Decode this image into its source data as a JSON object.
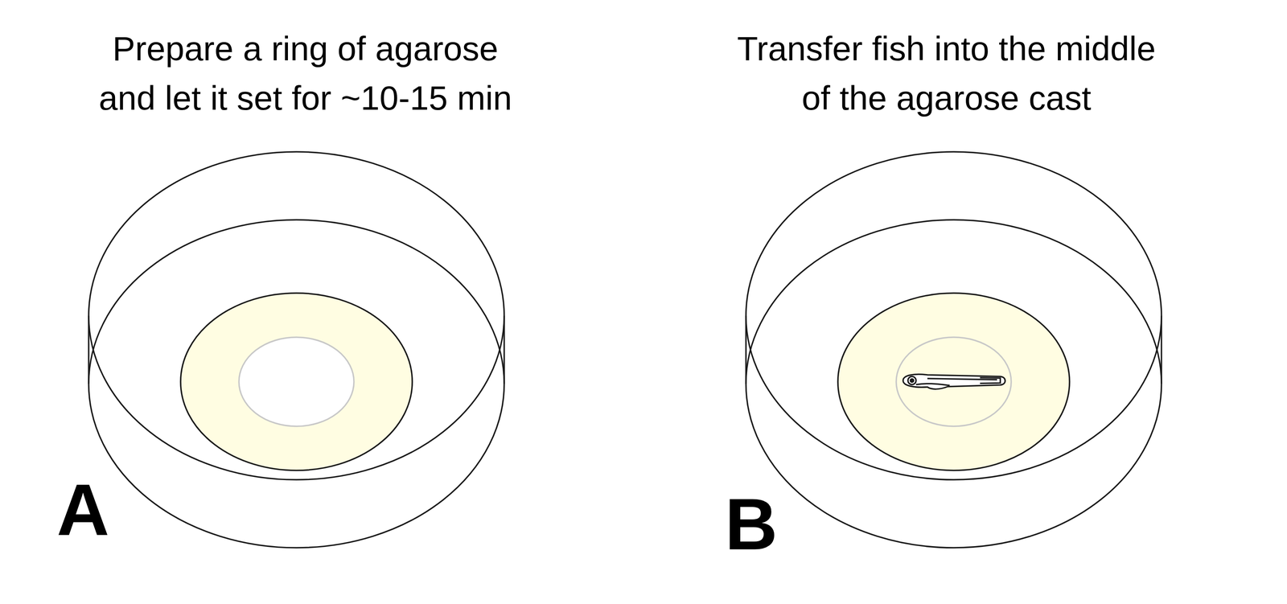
{
  "diagram": {
    "labels": [
      "Prepare a ring of agarose and let it set for ~10-15 min",
      "A",
      "Transfer fish into the middle of the agarose cast",
      "B"
    ]
  }
}
